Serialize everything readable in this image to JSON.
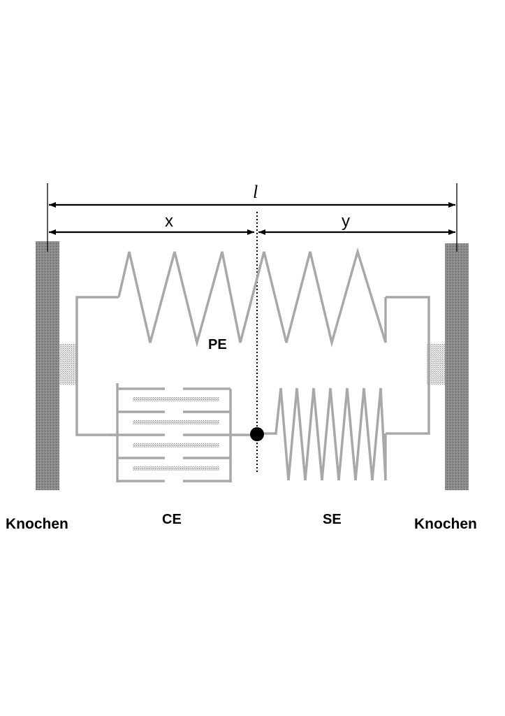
{
  "dimensions": {
    "total_label": "l",
    "left_label": "x",
    "right_label": "y"
  },
  "components": {
    "parallel_element": "PE",
    "contractile_element": "CE",
    "series_element": "SE"
  },
  "bones": {
    "left": "Knochen",
    "right": "Knochen"
  },
  "colors": {
    "bone": "#8c8c8c",
    "spring": "#a8a8a8",
    "line": "#000000",
    "tendon": "#d2d2d2"
  }
}
